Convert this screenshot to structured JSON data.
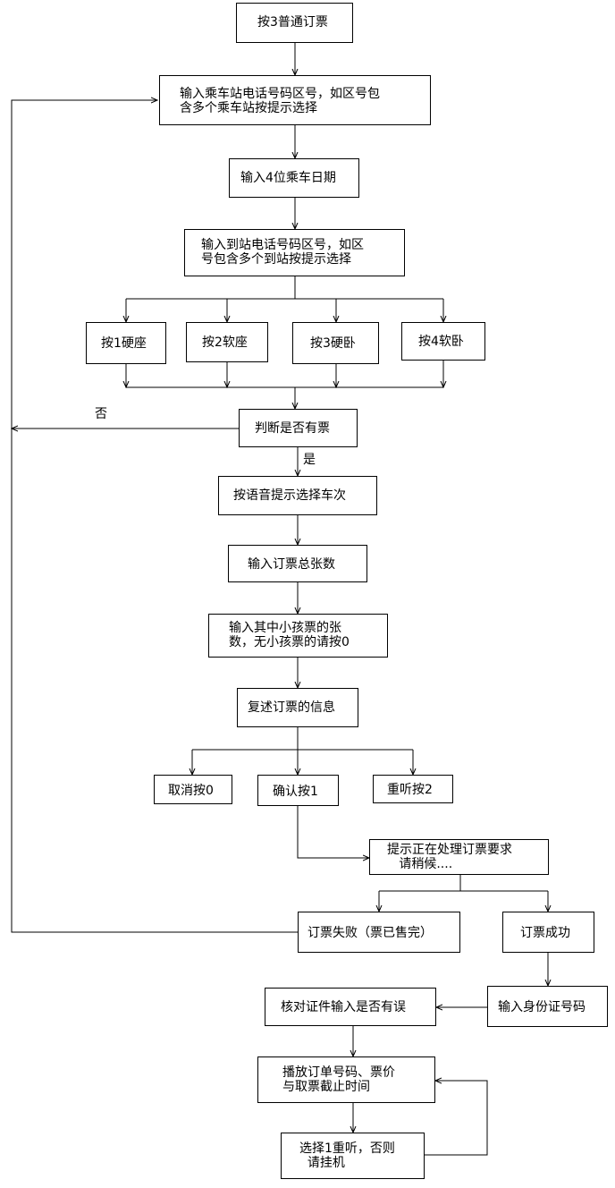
{
  "nodes": {
    "n_start": "按3普通订票",
    "n_dep": "输入乘车站电话号码区号，如区号包\n含多个乘车站按提示选择",
    "n_date": "输入4位乘车日期",
    "n_arr": "输入到站电话号码区号，如区\n号包含多个到站按提示选择",
    "n_s1": "按1硬座",
    "n_s2": "按2软座",
    "n_s3": "按3硬卧",
    "n_s4": "按4软卧",
    "n_judge": "判断是否有票",
    "n_train": "按语音提示选择车次",
    "n_total": "输入订票总张数",
    "n_child": "输入其中小孩票的张\n数，无小孩票的请按0",
    "n_review": "复述订票的信息",
    "n_cancel": "取消按0",
    "n_confirm": "确认按1",
    "n_relisten": "重听按2",
    "n_process": "提示正在处理订票要求\n   请稍候....",
    "n_fail": "订票失败（票已售完）",
    "n_success": "订票成功",
    "n_idinput": "输入身份证号码",
    "n_verify": "核对证件输入是否有误",
    "n_play": "播放订单号码、票价\n与取票截止时间",
    "n_select": "选择1重听，否则\n  请挂机"
  },
  "labels": {
    "no": "否",
    "yes": "是"
  }
}
